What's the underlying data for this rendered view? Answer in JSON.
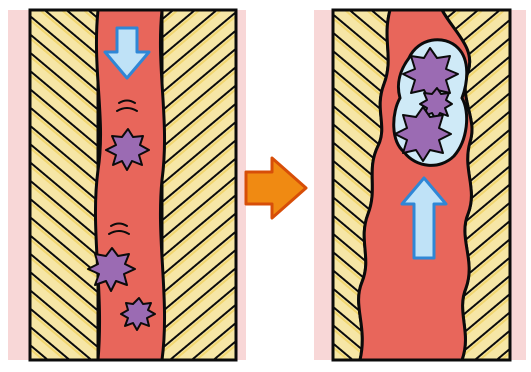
{
  "figure": {
    "panels": [
      {
        "id": "before",
        "flow_direction": "down",
        "particles": 3
      },
      {
        "id": "after",
        "flow_direction": "up",
        "clot_particles": 3
      }
    ],
    "transition_arrow": "right-arrow"
  },
  "colors": {
    "skin": "#f8d7d7",
    "vessel_wall": "#f6e6a6",
    "vessel_wall_stripes": "#f1d66f",
    "blood": "#e8665b",
    "particles": "#9b6bb3",
    "clot": "#cfeaf7",
    "flow_arrow": "#bfe2f7",
    "transition_arrow": "#f08a12",
    "outline": "#0b0b0b"
  },
  "icons": {
    "flow_down": "arrow-down-icon",
    "flow_up": "arrow-up-icon",
    "transition": "arrow-right-icon"
  }
}
